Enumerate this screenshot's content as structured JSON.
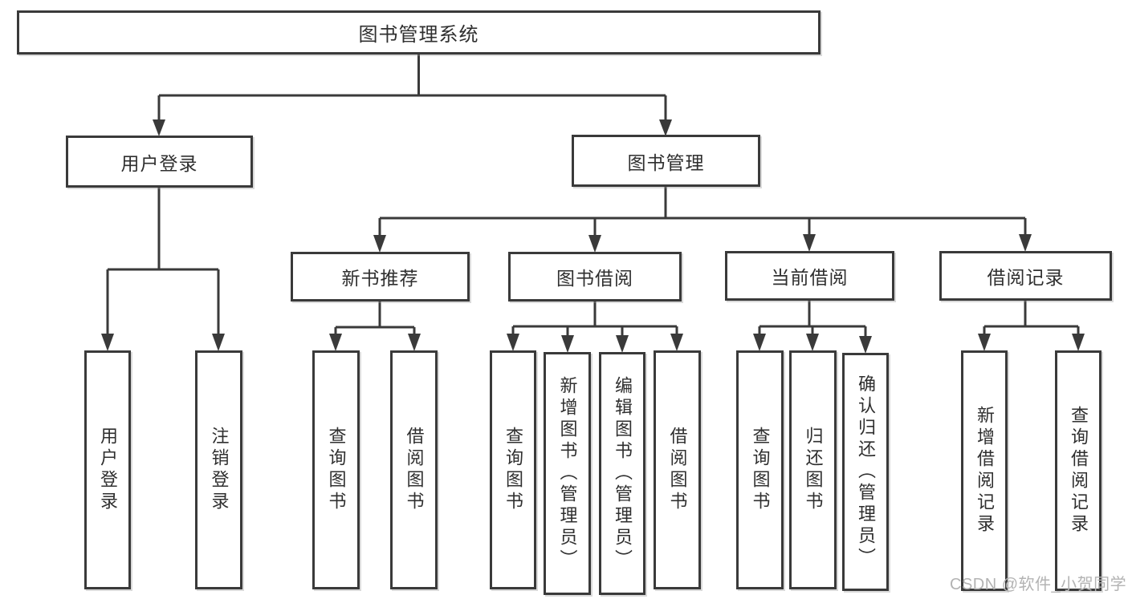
{
  "tree": {
    "label": "图书管理系统",
    "children": [
      {
        "label": "用户登录",
        "children": [
          {
            "label": "用户登录"
          },
          {
            "label": "注销登录"
          }
        ]
      },
      {
        "label": "图书管理",
        "children": [
          {
            "label": "新书推荐",
            "children": [
              {
                "label": "查询图书"
              },
              {
                "label": "借阅图书"
              }
            ]
          },
          {
            "label": "图书借阅",
            "children": [
              {
                "label": "查询图书"
              },
              {
                "label": "新增图书（管理员）"
              },
              {
                "label": "编辑图书（管理员）"
              },
              {
                "label": "借阅图书"
              }
            ]
          },
          {
            "label": "当前借阅",
            "children": [
              {
                "label": "查询图书"
              },
              {
                "label": "归还图书"
              },
              {
                "label": "确认归还（管理员）"
              }
            ]
          },
          {
            "label": "借阅记录",
            "children": [
              {
                "label": "新增借阅记录"
              },
              {
                "label": "查询借阅记录"
              }
            ]
          }
        ]
      }
    ]
  },
  "watermark": {
    "text": "CSDN @软件_小贺同学"
  },
  "colors": {
    "line": "#3a3a3a",
    "box_border": "#3a3a3a",
    "box_fill": "#ffffff",
    "text": "#2f2f2f",
    "watermark": "#b3b3b3",
    "background": "#ffffff"
  }
}
